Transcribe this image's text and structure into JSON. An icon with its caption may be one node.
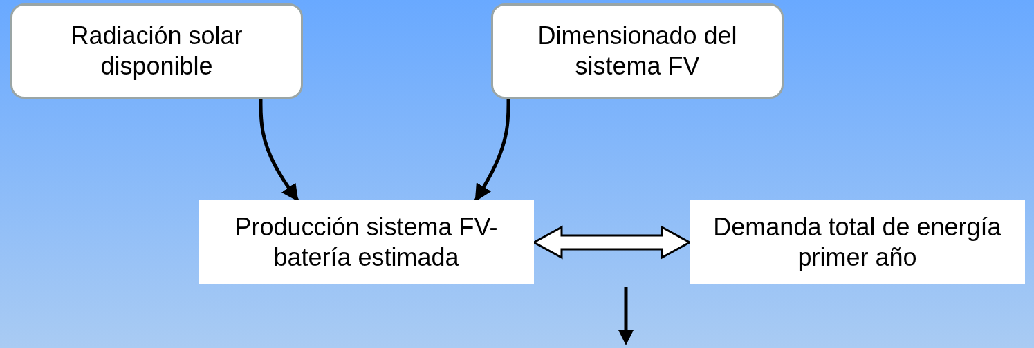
{
  "diagram": {
    "nodes": [
      {
        "text": [
          "Radiación solar disponible"
        ]
      },
      {
        "text": [
          "Dimensionado del sistema FV"
        ]
      },
      {
        "text": [
          "Producción sistema FV-batería estimada"
        ]
      },
      {
        "text": [
          "Demanda total de energía primer año"
        ]
      }
    ],
    "edges": [
      {
        "from": 0,
        "to": 2,
        "arrow": "to"
      },
      {
        "from": 1,
        "to": 2,
        "arrow": "to"
      },
      {
        "from": 2,
        "to": 3,
        "arrow": "both",
        "style": "thick"
      }
    ]
  }
}
